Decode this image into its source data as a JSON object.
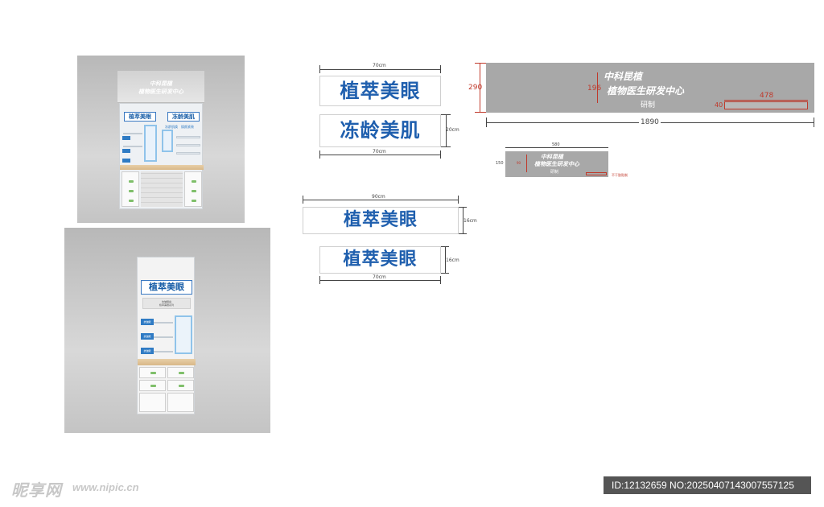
{
  "render1": {
    "header_line1": "中科昆植",
    "header_line2": "植物医生研发中心",
    "board_left": "植萃美眼",
    "board_right": "冻龄美肌",
    "tab_a": "冻龄肌焕",
    "tab_b": "焕颜紧致"
  },
  "render2": {
    "board": "植萃美眼",
    "card_line1": "抗皱眼霜",
    "card_line2": "植萃美眼系列",
    "tags": [
      "抗皱眼",
      "抗皱眼",
      "抗皱眼"
    ]
  },
  "signs": {
    "sign1": {
      "text": "植萃美眼",
      "width_label": "70cm"
    },
    "sign2": {
      "text": "冻龄美肌",
      "width_label": "70cm",
      "height_label": "20cm"
    },
    "sign3": {
      "text": "植萃美眼",
      "width_label": "90cm",
      "height_label": "16cm"
    },
    "sign4": {
      "text": "植萃美眼",
      "width_label": "70cm",
      "height_label": "16cm"
    }
  },
  "banner_large": {
    "line1": "中科昆植",
    "line2": "植物医生研发中心",
    "sub": "研制",
    "dim_height": "290",
    "dim_inner": "196",
    "dim_width": "1890",
    "dim_box": "478",
    "dim_small": "40"
  },
  "banner_small": {
    "line1": "中科昆植",
    "line2": "植物医生研发中心",
    "sub": "研制",
    "dim_width": "580",
    "dim_height": "150",
    "dim_inner": "90",
    "note": "不干胶贴制"
  },
  "watermark": {
    "logo": "昵享网",
    "url": "www.nipic.cn"
  },
  "idbar": "ID:12132659 NO:20250407143007557125",
  "colors": {
    "sign_blue": "#1f5fae",
    "banner_gray": "#a8a8a8",
    "dim_red": "#c0392b"
  }
}
